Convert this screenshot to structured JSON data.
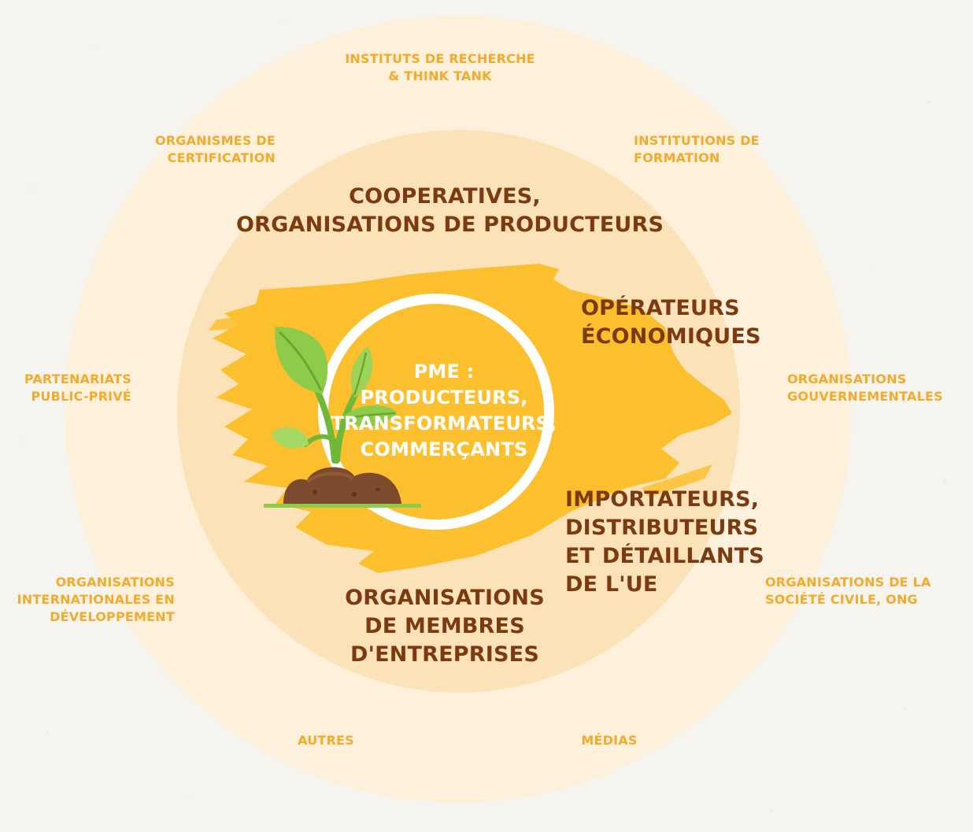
{
  "colors": {
    "page_background": "#f6f4ef",
    "outer_ring": "#fdf1dc",
    "middle_ring": "#fbe2b8",
    "splash": "#fcbf2e",
    "outer_text": "#f2ab2c",
    "middle_text": "#7b3a10",
    "core_text": "#ffffff"
  },
  "core": {
    "lines": [
      "PME :",
      "PRODUCTEURS,",
      "TRANSFORMATEURS,",
      "COMMERÇANTS"
    ]
  },
  "middle_ring": {
    "cooperatives": [
      "COOPERATIVES,",
      "ORGANISATIONS DE PRODUCTEURS"
    ],
    "operateurs": [
      "OPÉRATEURS",
      "ÉCONOMIQUES"
    ],
    "importateurs": [
      "IMPORTATEURS,",
      "DISTRIBUTEURS",
      "ET DÉTAILLANTS",
      "DE L'UE"
    ],
    "organisations_membres": [
      "ORGANISATIONS",
      "DE MEMBRES",
      "D'ENTREPRISES"
    ]
  },
  "outer_ring": {
    "instituts": [
      "INSTITUTS DE RECHERCHE",
      "& THINK TANK"
    ],
    "certification": [
      "ORGANISMES DE",
      "CERTIFICATION"
    ],
    "formation": [
      "INSTITUTIONS DE",
      "FORMATION"
    ],
    "partenariats": [
      "PARTENARIATS",
      "PUBLIC-PRIVÉ"
    ],
    "gouvernementales": [
      "ORGANISATIONS",
      "GOUVERNEMENTALES"
    ],
    "internationales": [
      "ORGANISATIONS",
      "INTERNATIONALES EN",
      "DÉVELOPPEMENT"
    ],
    "societe_civile": [
      "ORGANISATIONS DE LA",
      "SOCIÉTÉ CIVILE, ONG"
    ],
    "autres": [
      "AUTRES"
    ],
    "medias": [
      "MÉDIAS"
    ]
  },
  "icons": {
    "plant": "seedling-icon"
  }
}
